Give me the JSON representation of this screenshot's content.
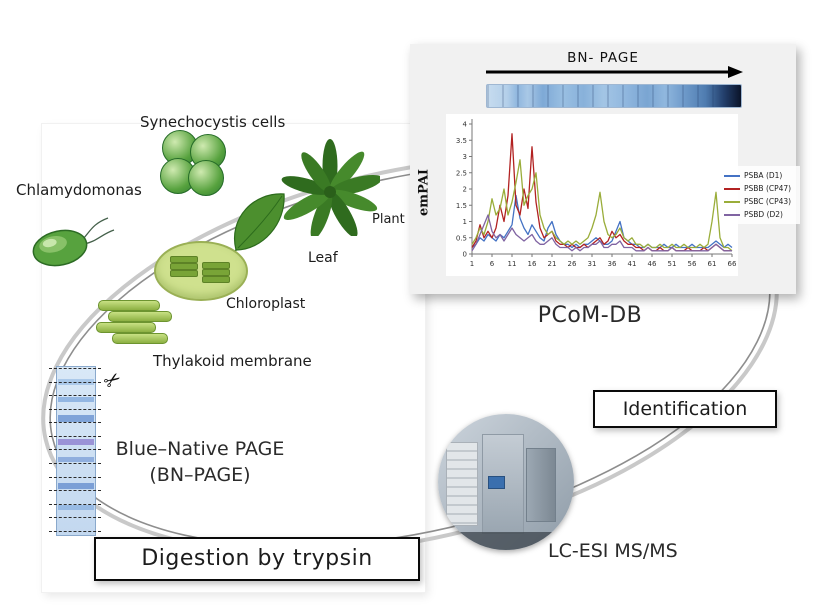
{
  "figure": {
    "organisms": {
      "synechocystis_label": "Synechocystis  cells",
      "chlamydomonas_label": "Chlamydomonas",
      "plant_label": "Plant",
      "leaf_label": "Leaf",
      "chloroplast_label": "Chloroplast",
      "thylakoid_label": "Thylakoid membrane"
    },
    "steps": {
      "bn_page_line1": "Blue–Native PAGE",
      "bn_page_line2": "(BN–PAGE)",
      "digestion_label": "Digestion by trypsin",
      "lc_esi_label": "LC-ESI MS/MS",
      "identification_label": "Identification",
      "pcom_db_label": "PCoM-DB"
    },
    "panel": {
      "title": "BN- PAGE"
    }
  },
  "chart_data": {
    "type": "line",
    "ylabel": "emPAI",
    "ylim": [
      0,
      4
    ],
    "yticks": [
      0,
      0.5,
      1,
      1.5,
      2,
      2.5,
      3,
      3.5,
      4
    ],
    "xlim": [
      1,
      66
    ],
    "xticks": [
      1,
      6,
      11,
      16,
      21,
      26,
      31,
      36,
      41,
      46,
      51,
      56,
      61,
      66
    ],
    "legend_position": "right",
    "series": [
      {
        "name": "PSBA (D1)",
        "color": "#4472c4",
        "values": [
          0.2,
          0.3,
          0.5,
          0.4,
          0.6,
          0.5,
          0.4,
          0.6,
          0.5,
          0.7,
          0.9,
          1.8,
          1.1,
          0.8,
          0.6,
          0.9,
          0.7,
          0.5,
          0.4,
          0.8,
          1.0,
          0.6,
          0.4,
          0.3,
          0.3,
          0.2,
          0.3,
          0.2,
          0.3,
          0.3,
          0.4,
          0.5,
          0.4,
          0.3,
          0.3,
          0.4,
          0.7,
          1.0,
          0.5,
          0.4,
          0.3,
          0.3,
          0.2,
          0.2,
          0.3,
          0.2,
          0.2,
          0.2,
          0.3,
          0.2,
          0.2,
          0.3,
          0.2,
          0.2,
          0.2,
          0.3,
          0.2,
          0.2,
          0.2,
          0.2,
          0.3,
          0.4,
          0.3,
          0.2,
          0.3,
          0.2
        ]
      },
      {
        "name": "PSBB (CP47)",
        "color": "#b22222",
        "values": [
          0.2,
          0.4,
          0.9,
          0.5,
          0.7,
          0.5,
          0.8,
          1.5,
          1.0,
          1.8,
          3.7,
          1.5,
          1.2,
          2.0,
          1.4,
          3.3,
          1.6,
          0.8,
          0.5,
          0.6,
          0.7,
          0.4,
          0.3,
          0.3,
          0.2,
          0.3,
          0.2,
          0.2,
          0.3,
          0.2,
          0.3,
          0.4,
          0.5,
          0.3,
          0.4,
          0.7,
          0.5,
          0.6,
          0.4,
          0.3,
          0.3,
          0.2,
          0.2,
          0.1,
          0.2,
          0.1,
          0.1,
          0.2,
          0.1,
          0.1,
          0.2,
          0.1,
          0.1,
          0.1,
          0.2,
          0.1,
          0.1,
          0.1,
          0.2,
          0.1,
          0.2,
          0.3,
          0.2,
          0.1,
          0.1,
          0.1
        ]
      },
      {
        "name": "PSBC (CP43)",
        "color": "#9aad3a",
        "values": [
          0.3,
          0.5,
          0.8,
          0.6,
          1.0,
          1.7,
          1.2,
          1.4,
          2.0,
          1.2,
          1.6,
          2.2,
          2.9,
          1.5,
          1.8,
          2.0,
          2.5,
          1.2,
          0.8,
          0.6,
          0.7,
          0.5,
          0.4,
          0.3,
          0.4,
          0.3,
          0.4,
          0.3,
          0.4,
          0.5,
          0.8,
          1.2,
          1.9,
          1.0,
          0.6,
          0.5,
          0.6,
          0.8,
          0.5,
          0.4,
          0.5,
          0.3,
          0.3,
          0.2,
          0.3,
          0.2,
          0.2,
          0.3,
          0.2,
          0.2,
          0.3,
          0.2,
          0.2,
          0.3,
          0.2,
          0.2,
          0.2,
          0.3,
          0.2,
          0.3,
          1.0,
          1.9,
          0.5,
          0.2,
          0.2,
          0.1
        ]
      },
      {
        "name": "PSBD (D2)",
        "color": "#8064a2",
        "values": [
          0.1,
          0.3,
          0.6,
          0.9,
          1.2,
          0.7,
          0.5,
          0.6,
          0.4,
          0.6,
          0.8,
          0.6,
          0.5,
          0.4,
          0.5,
          0.6,
          0.4,
          0.3,
          0.3,
          0.4,
          0.5,
          0.3,
          0.2,
          0.2,
          0.2,
          0.1,
          0.2,
          0.1,
          0.2,
          0.2,
          0.3,
          0.3,
          0.4,
          0.2,
          0.2,
          0.3,
          0.3,
          0.4,
          0.2,
          0.2,
          0.2,
          0.1,
          0.1,
          0.1,
          0.2,
          0.1,
          0.1,
          0.1,
          0.1,
          0.1,
          0.2,
          0.1,
          0.1,
          0.1,
          0.1,
          0.1,
          0.1,
          0.1,
          0.1,
          0.1,
          0.2,
          0.3,
          0.2,
          0.1,
          0.1,
          0.1
        ]
      }
    ]
  }
}
